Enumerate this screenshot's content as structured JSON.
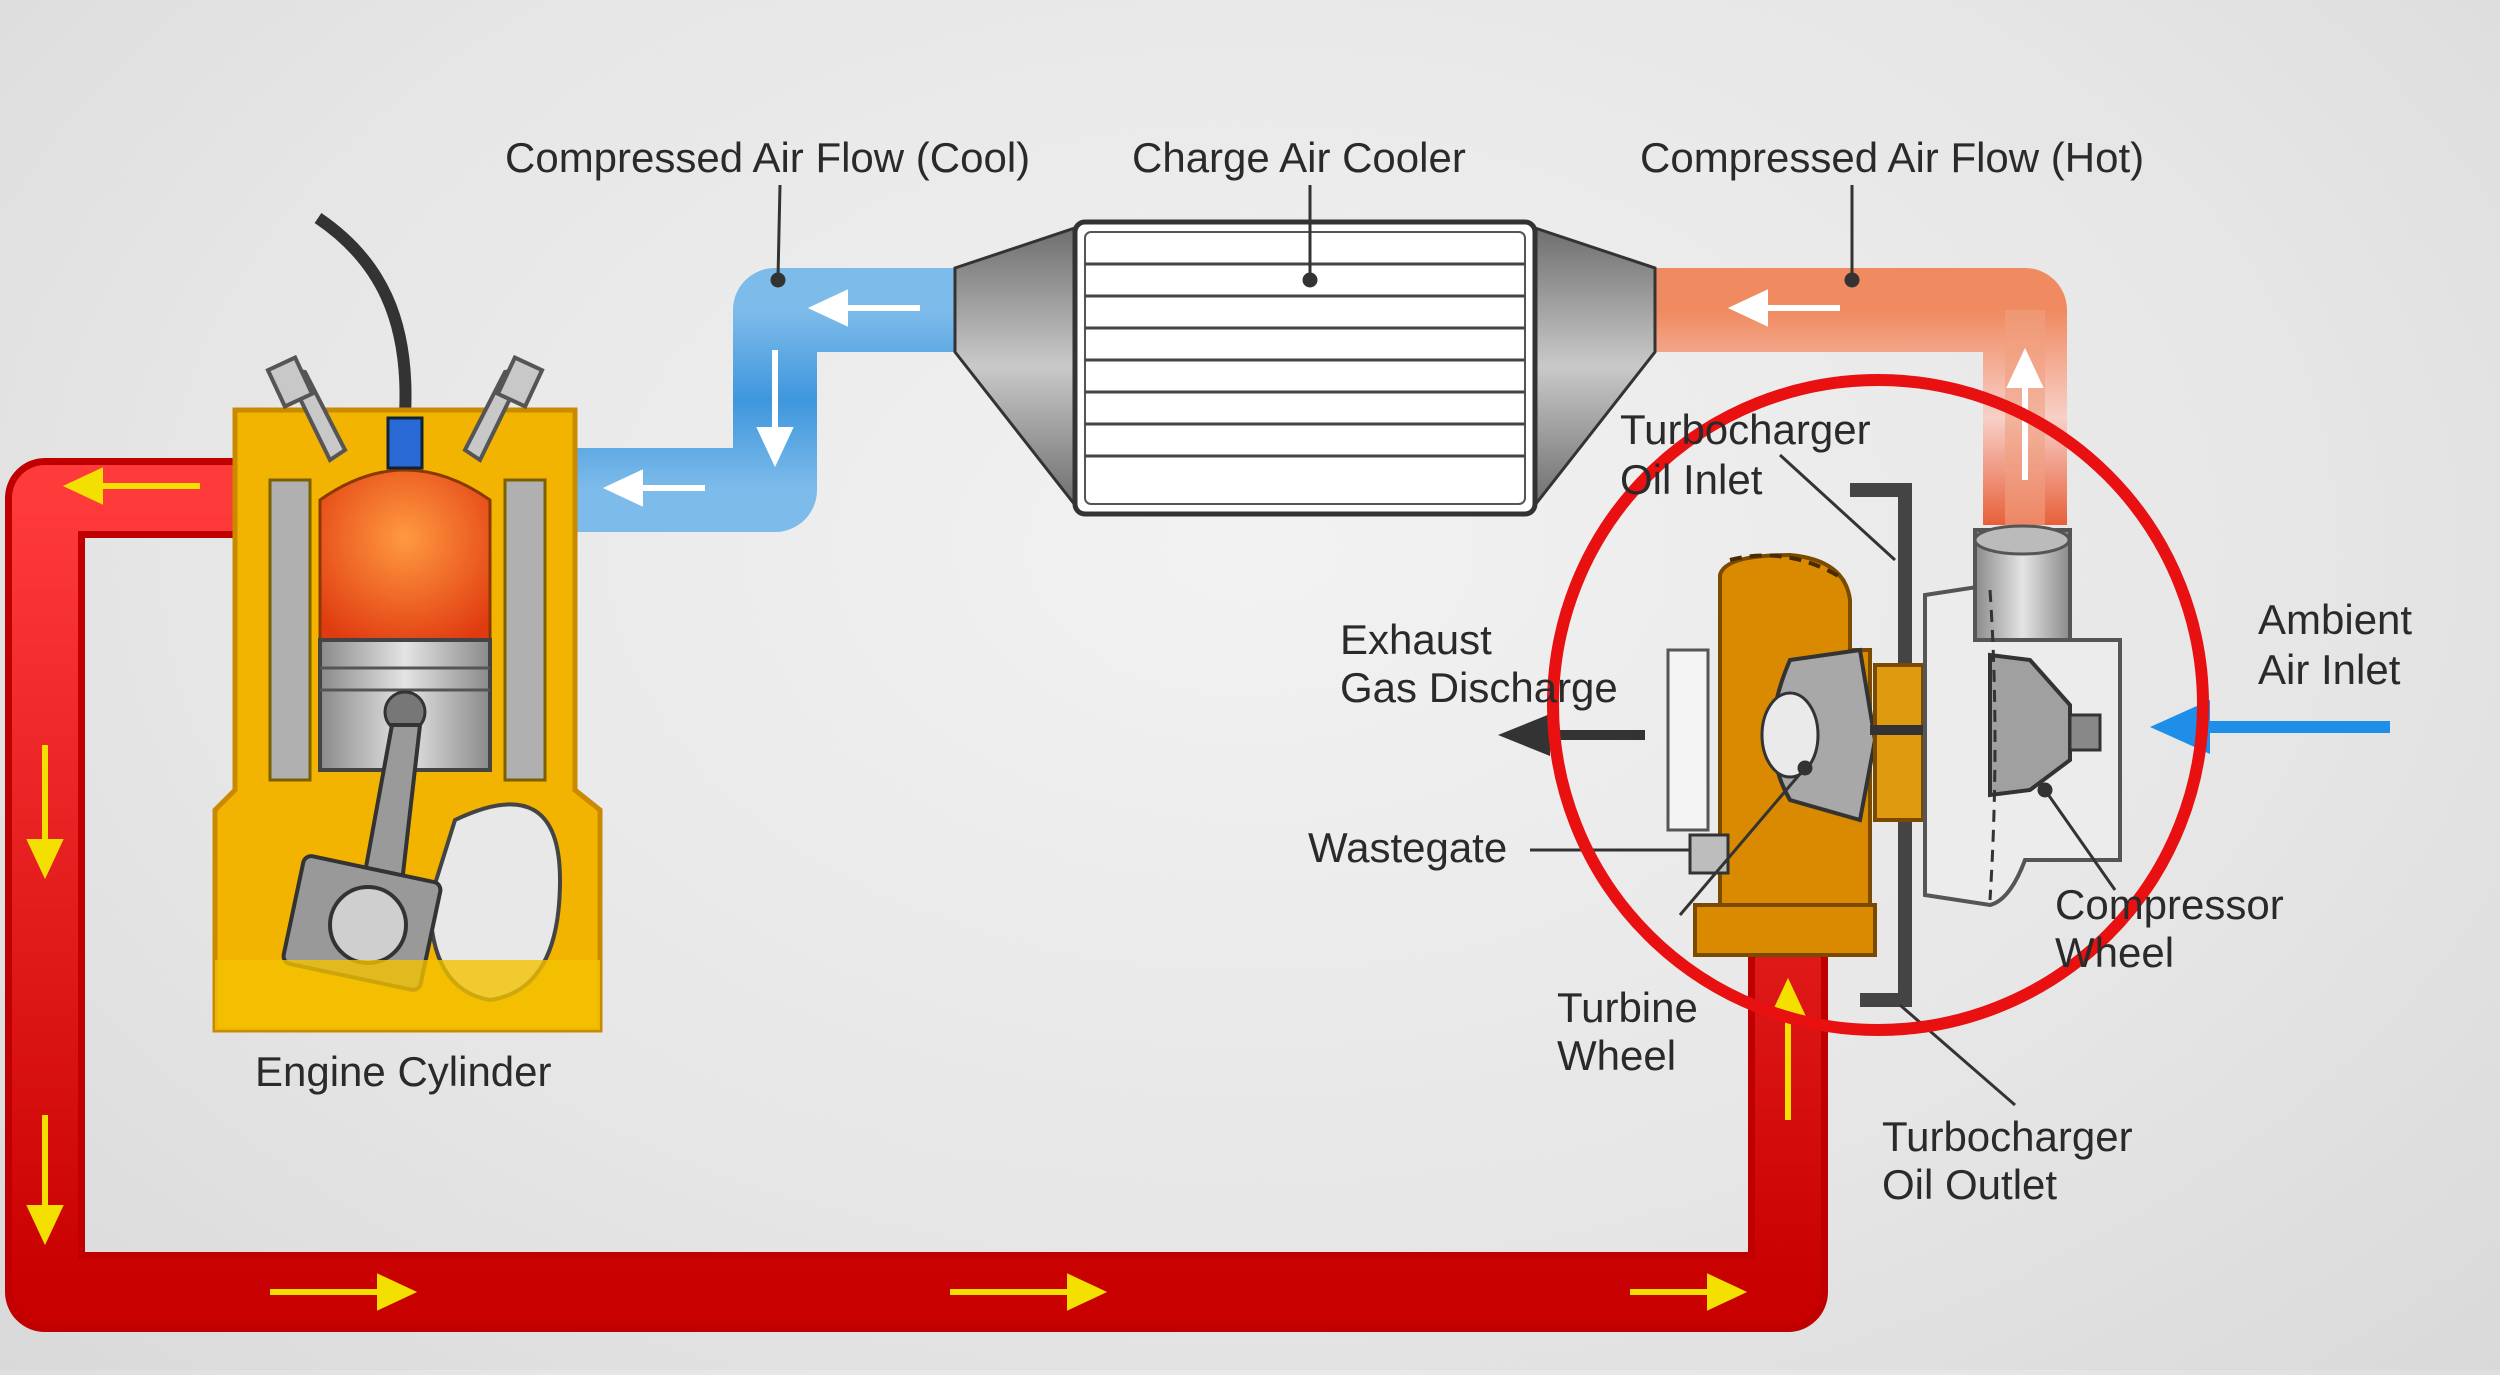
{
  "diagram": {
    "labels": {
      "compressed_air_cool": "Compressed Air Flow (Cool)",
      "charge_air_cooler": "Charge Air Cooler",
      "compressed_air_hot": "Compressed Air Flow (Hot)",
      "oil_inlet_1": "Turbocharger",
      "oil_inlet_2": "Oil Inlet",
      "ambient_1": "Ambient",
      "ambient_2": "Air Inlet",
      "exhaust_1": "Exhaust",
      "exhaust_2": "Gas Discharge",
      "wastegate": "Wastegate",
      "compressor_1": "Compressor",
      "compressor_2": "Wheel",
      "turbine_1": "Turbine",
      "turbine_2": "Wheel",
      "oil_outlet_1": "Turbocharger",
      "oil_outlet_2": "Oil Outlet",
      "engine_cylinder": "Engine Cylinder"
    },
    "colors": {
      "exhaust_pipe": "#e01010",
      "cool_air": "#4aa6e8",
      "hot_air": "#e8603a",
      "engine_body": "#f2b400",
      "turbo_housing": "#d98a00",
      "highlight_circle": "#e81010",
      "flow_arrow": "#f4e000"
    }
  }
}
